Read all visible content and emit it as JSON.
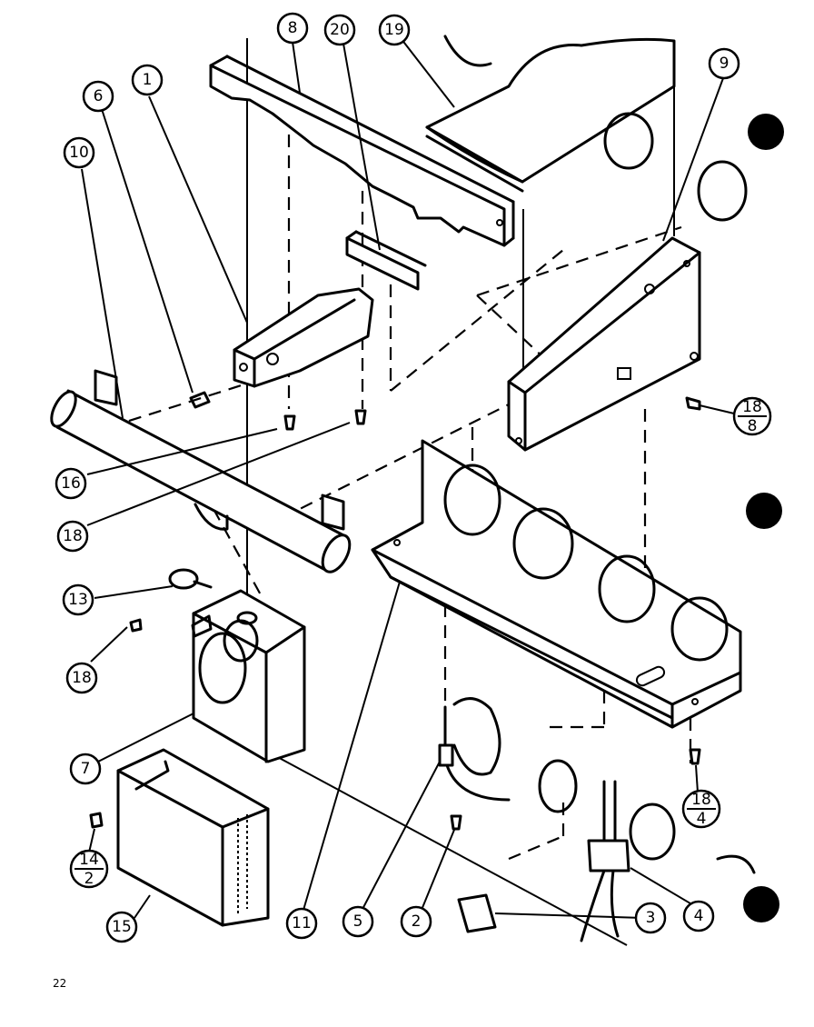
{
  "page_number": "22",
  "callouts": [
    {
      "id": "c8",
      "label": "8"
    },
    {
      "id": "c20",
      "label": "20"
    },
    {
      "id": "c19",
      "label": "19"
    },
    {
      "id": "c9",
      "label": "9"
    },
    {
      "id": "c1",
      "label": "1"
    },
    {
      "id": "c6",
      "label": "6"
    },
    {
      "id": "c10",
      "label": "10"
    },
    {
      "id": "c16",
      "label": "16"
    },
    {
      "id": "c18a",
      "label": "18"
    },
    {
      "id": "c13",
      "label": "13"
    },
    {
      "id": "c18b",
      "label": "18"
    },
    {
      "id": "c7",
      "label": "7"
    },
    {
      "id": "c15",
      "label": "15"
    },
    {
      "id": "c11",
      "label": "11"
    },
    {
      "id": "c5",
      "label": "5"
    },
    {
      "id": "c2",
      "label": "2"
    },
    {
      "id": "c3",
      "label": "3"
    },
    {
      "id": "c4",
      "label": "4"
    }
  ],
  "fraction_callouts": [
    {
      "id": "f18_8",
      "top": "18",
      "bottom": "8"
    },
    {
      "id": "f18_4",
      "top": "18",
      "bottom": "4"
    },
    {
      "id": "f14_2",
      "top": "14",
      "bottom": "2"
    }
  ]
}
